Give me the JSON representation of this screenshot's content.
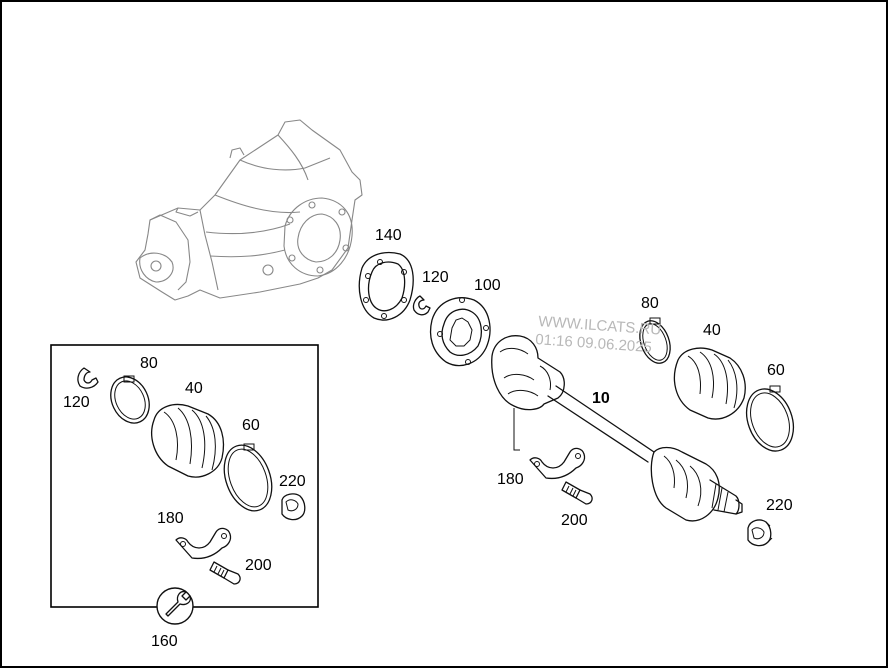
{
  "parts": {
    "p140": "140",
    "p120_main": "120",
    "p100": "100",
    "p80_main": "80",
    "p40_main": "40",
    "p60_main": "60",
    "p10": "10",
    "p180_main": "180",
    "p200_main": "200",
    "p220_main": "220",
    "p120_box": "120",
    "p80_box": "80",
    "p40_box": "40",
    "p60_box": "60",
    "p220_box": "220",
    "p180_box": "180",
    "p200_box": "200",
    "p160": "160"
  },
  "watermark": {
    "line1": "WWW.ILCATS.RU",
    "line2": "01:16 09.06.2025"
  },
  "icons": {
    "tool": "wrench-icon"
  }
}
